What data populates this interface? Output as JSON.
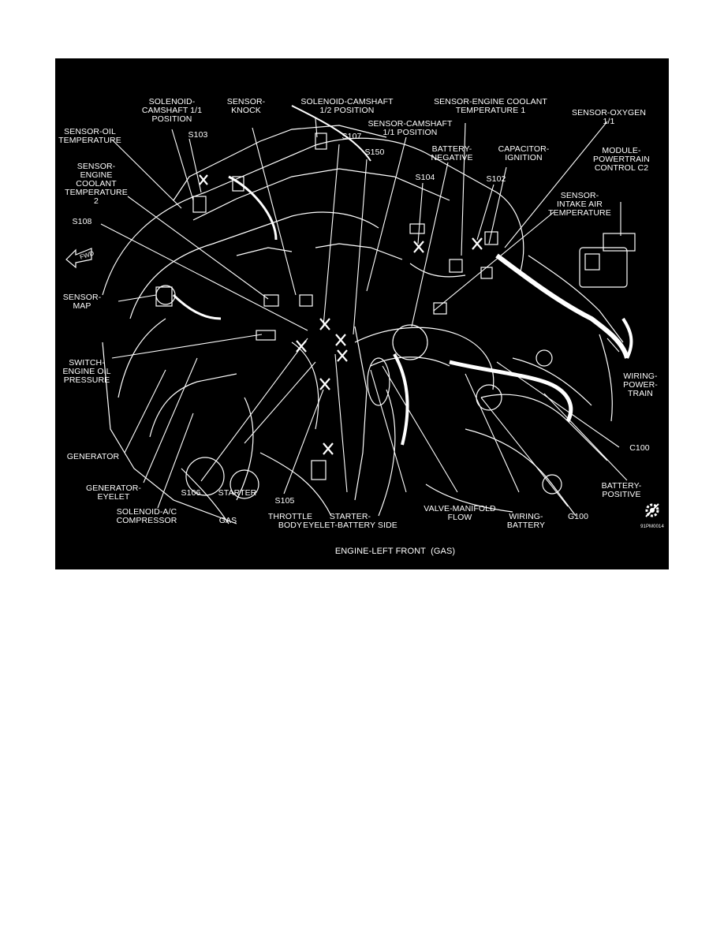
{
  "figure": {
    "caption": "ENGINE-LEFT FRONT  (GAS)",
    "engine_type": "GAS",
    "image_code": "91PM0014",
    "front_arrow": "FWD",
    "corner_icon": "gear-wrench-icon"
  },
  "labels": {
    "sol_cam11": "SOLENOID-\nCAMSHAFT 1/1\nPOSITION",
    "sensor_knock": "SENSOR-\nKNOCK",
    "sol_cam12": "SOLENOID-CAMSHAFT\n1/2 POSITION",
    "sensor_ect1": "SENSOR-ENGINE COOLANT\nTEMPERATURE 1",
    "sensor_o2": "SENSOR-OXYGEN\n1/1",
    "sensor_oil_temp": "SENSOR-OIL\nTEMPERATURE",
    "s103": "S103",
    "s107": "S107",
    "sensor_cam11": "SENSOR-CAMSHAFT\n1/1 POSITION",
    "s150": "S150",
    "battery_neg": "BATTERY-\nNEGATIVE",
    "capacitor": "CAPACITOR-\nIGNITION",
    "module_pcm": "MODULE-\nPOWERTRAIN\nCONTROL C2",
    "sensor_ect2": "SENSOR-\nENGINE\nCOOLANT\nTEMPERATURE\n2",
    "s104": "S104",
    "s102": "S102",
    "sensor_iat": "SENSOR-\nINTAKE AIR\nTEMPERATURE",
    "s108": "S108",
    "sensor_map": "SENSOR-\nMAP",
    "switch_oil": "SWITCH-\nENGINE OIL\nPRESSURE",
    "wiring_pt": "WIRING-\nPOWER-\nTRAIN",
    "generator": "GENERATOR",
    "c100": "C100",
    "gen_eyelet": "GENERATOR-\nEYELET",
    "s106": "S106",
    "starter": "STARTER",
    "battery_pos": "BATTERY-\nPOSITIVE",
    "s105": "S105",
    "sol_ac": "SOLENOID-A/C\nCOMPRESSOR",
    "throttle": "THROTTLE\nBODY",
    "starter_eyelet": "STARTER-\nEYELET-BATTERY SIDE",
    "valve_mf": "VALVE-MANIFOLD\nFLOW",
    "wiring_batt": "WIRING-\nBATTERY",
    "g100": "G100"
  }
}
